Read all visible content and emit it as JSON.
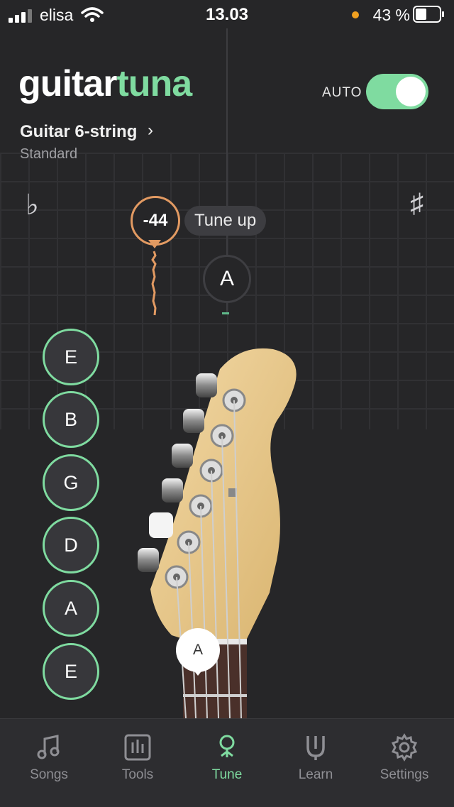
{
  "status_bar": {
    "carrier": "elisa",
    "time": "13.03",
    "battery": "43 %"
  },
  "header": {
    "logo_guitar": "guitar",
    "logo_tuna": "tuna",
    "auto_label": "AUTO",
    "auto_enabled": true,
    "instrument": "Guitar 6-string",
    "tuning": "Standard"
  },
  "tuner": {
    "flat_symbol": "♭",
    "sharp_symbol": "♯",
    "cents": "-44",
    "hint": "Tune up",
    "target_note": "A"
  },
  "strings": [
    "E",
    "B",
    "G",
    "D",
    "A",
    "E"
  ],
  "fretboard_note": "A",
  "tabs": [
    {
      "label": "Songs",
      "icon": "music-note-icon",
      "active": false
    },
    {
      "label": "Tools",
      "icon": "tools-icon",
      "active": false
    },
    {
      "label": "Tune",
      "icon": "tune-icon",
      "active": true
    },
    {
      "label": "Learn",
      "icon": "learn-icon",
      "active": false
    },
    {
      "label": "Settings",
      "icon": "gear-icon",
      "active": false
    }
  ],
  "colors": {
    "accent": "#7fdba0",
    "cents_ring": "#e29a62",
    "background": "#262628"
  }
}
